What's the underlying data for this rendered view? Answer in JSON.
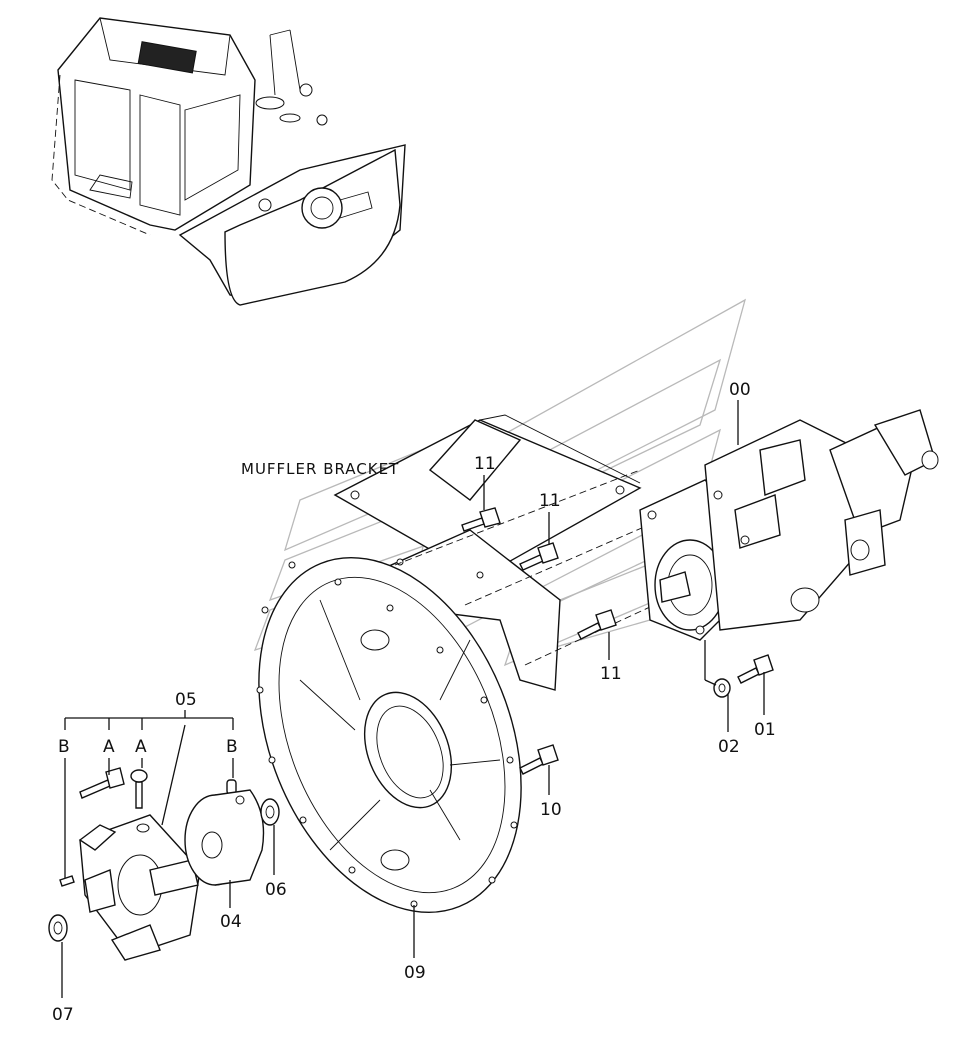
{
  "diagram": {
    "callouts": {
      "c00": "00",
      "c01": "01",
      "c02": "02",
      "c04": "04",
      "c05": "05",
      "c06": "06",
      "c07": "07",
      "c09": "09",
      "c10": "10",
      "c11_top": "11",
      "c11_mid": "11",
      "c11_right": "11"
    },
    "letters": {
      "b_left": "B",
      "a_left": "A",
      "a_right": "A",
      "b_right": "B"
    },
    "muffler_bracket": "MUFFLER BRACKET"
  }
}
